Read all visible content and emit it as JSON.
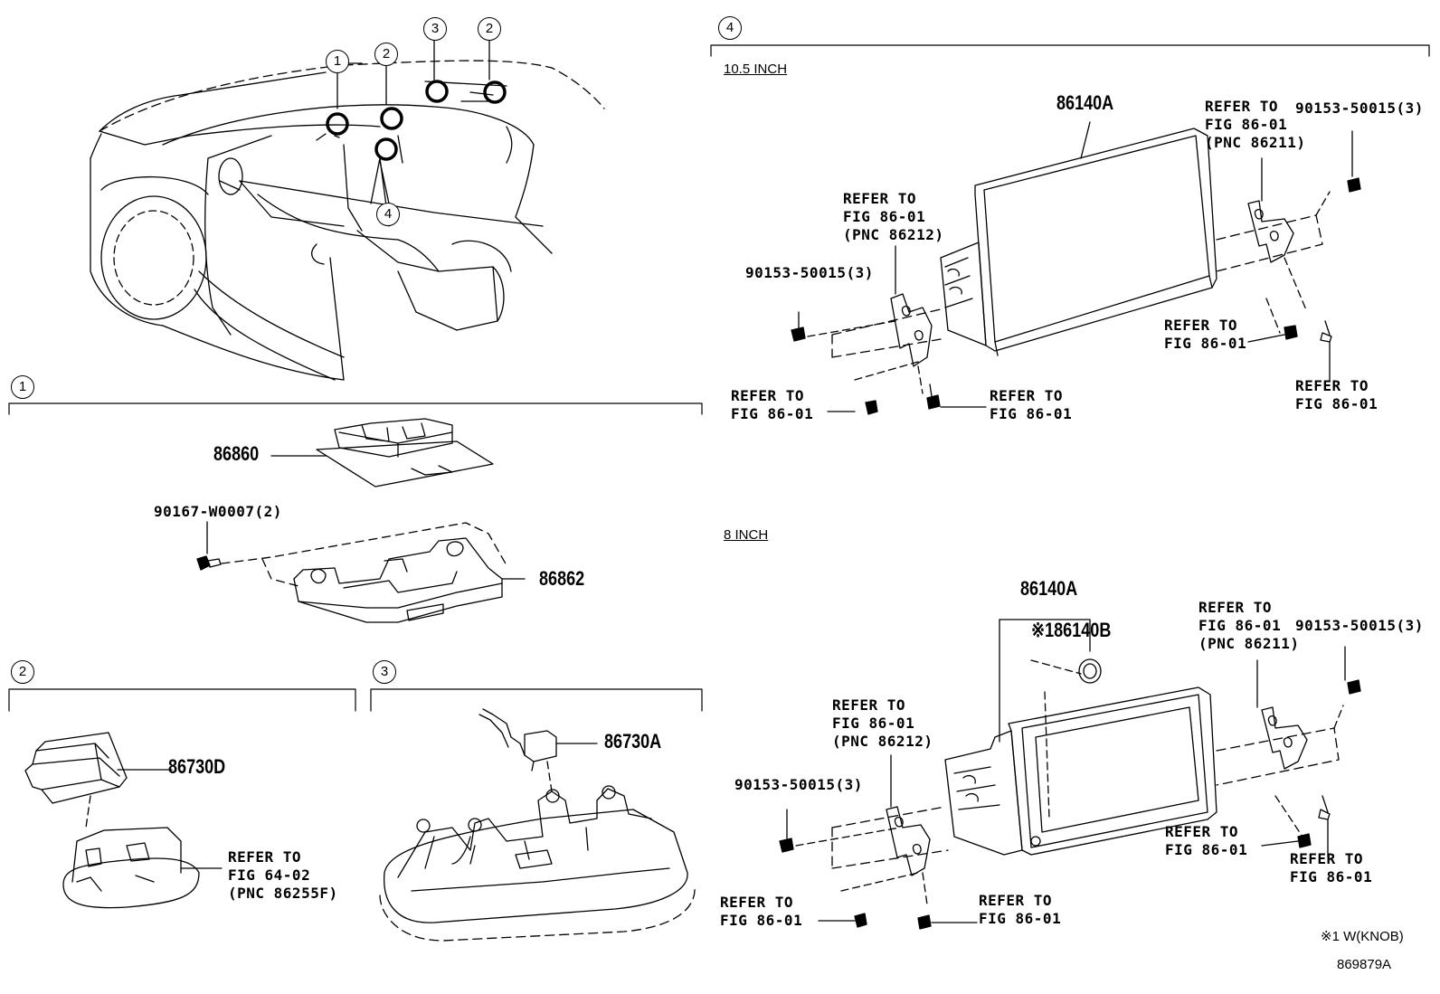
{
  "sections": {
    "s1": "1",
    "s2": "2",
    "s3": "3",
    "s4": "4"
  },
  "overview_callouts": [
    "1",
    "2",
    "3",
    "2",
    "4"
  ],
  "section1": {
    "part_a": "86860",
    "part_b": "86862",
    "bolt": "90167-W0007(2)"
  },
  "section2": {
    "part": "86730D",
    "ref_l1": "REFER TO",
    "ref_l2": "FIG 64-02",
    "ref_l3": "(PNC 86255F)"
  },
  "section3": {
    "part": "86730A"
  },
  "section4": {
    "size_105": "10.5 INCH",
    "size_8": "8 INCH",
    "display_105": "86140A",
    "display_8": "86140A",
    "knob": "※186140B",
    "screw_right": "90153-50015(3)",
    "screw_left": "90153-50015(3)",
    "ref_to": "REFER TO",
    "fig_8601": "FIG 86-01",
    "pnc_86211": "(PNC 86211)",
    "pnc_86212": "(PNC 86212)"
  },
  "footnote": "※1 W(KNOB)",
  "drawing_number": "869879A"
}
